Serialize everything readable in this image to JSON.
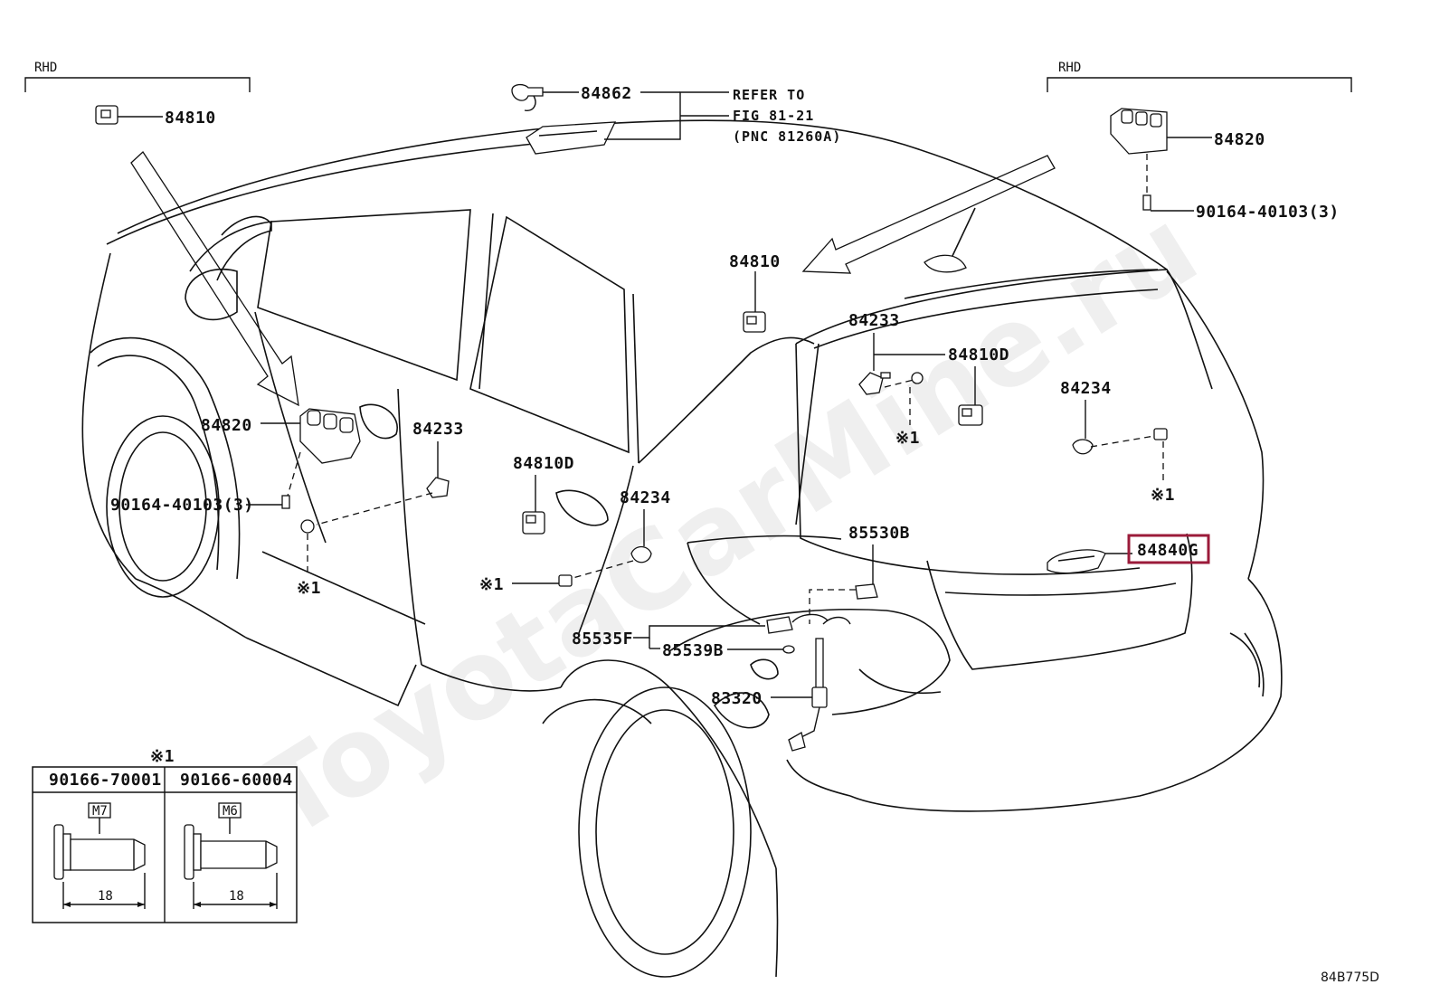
{
  "rhd_left": "RHD",
  "rhd_right": "RHD",
  "refer": {
    "line1": "REFER TO",
    "line2": "FIG 81-21",
    "line3": "(PNC 81260A)"
  },
  "labels": {
    "p84810_top": "84810",
    "p84862": "84862",
    "p84820_right": "84820",
    "p90164_right": "90164-40103(3)",
    "p84810_roof": "84810",
    "p84233_rear": "84233",
    "p84810D_rear": "84810D",
    "p84234_rear": "84234",
    "star1_a": "※1",
    "star1_b": "※1",
    "p84820_left": "84820",
    "p84233_door": "84233",
    "p90164_left": "90164-40103(3)",
    "star1_c": "※1",
    "p84810D_door": "84810D",
    "p84234_door": "84234",
    "star1_d": "※1",
    "p85530B": "85530B",
    "p84840G": "84840G",
    "p85535F": "85535F",
    "p85539B": "85539B",
    "p83320": "83320"
  },
  "inset": {
    "mark": "※1",
    "col1_part": "90166-70001",
    "col2_part": "90166-60004",
    "col1_thread": "M7",
    "col2_thread": "M6",
    "col1_len": "18",
    "col2_len": "18"
  },
  "highlight_color": "#9b1b3a",
  "watermark": "ToyotaCarMine.ru",
  "diagram_code": "84B775D"
}
